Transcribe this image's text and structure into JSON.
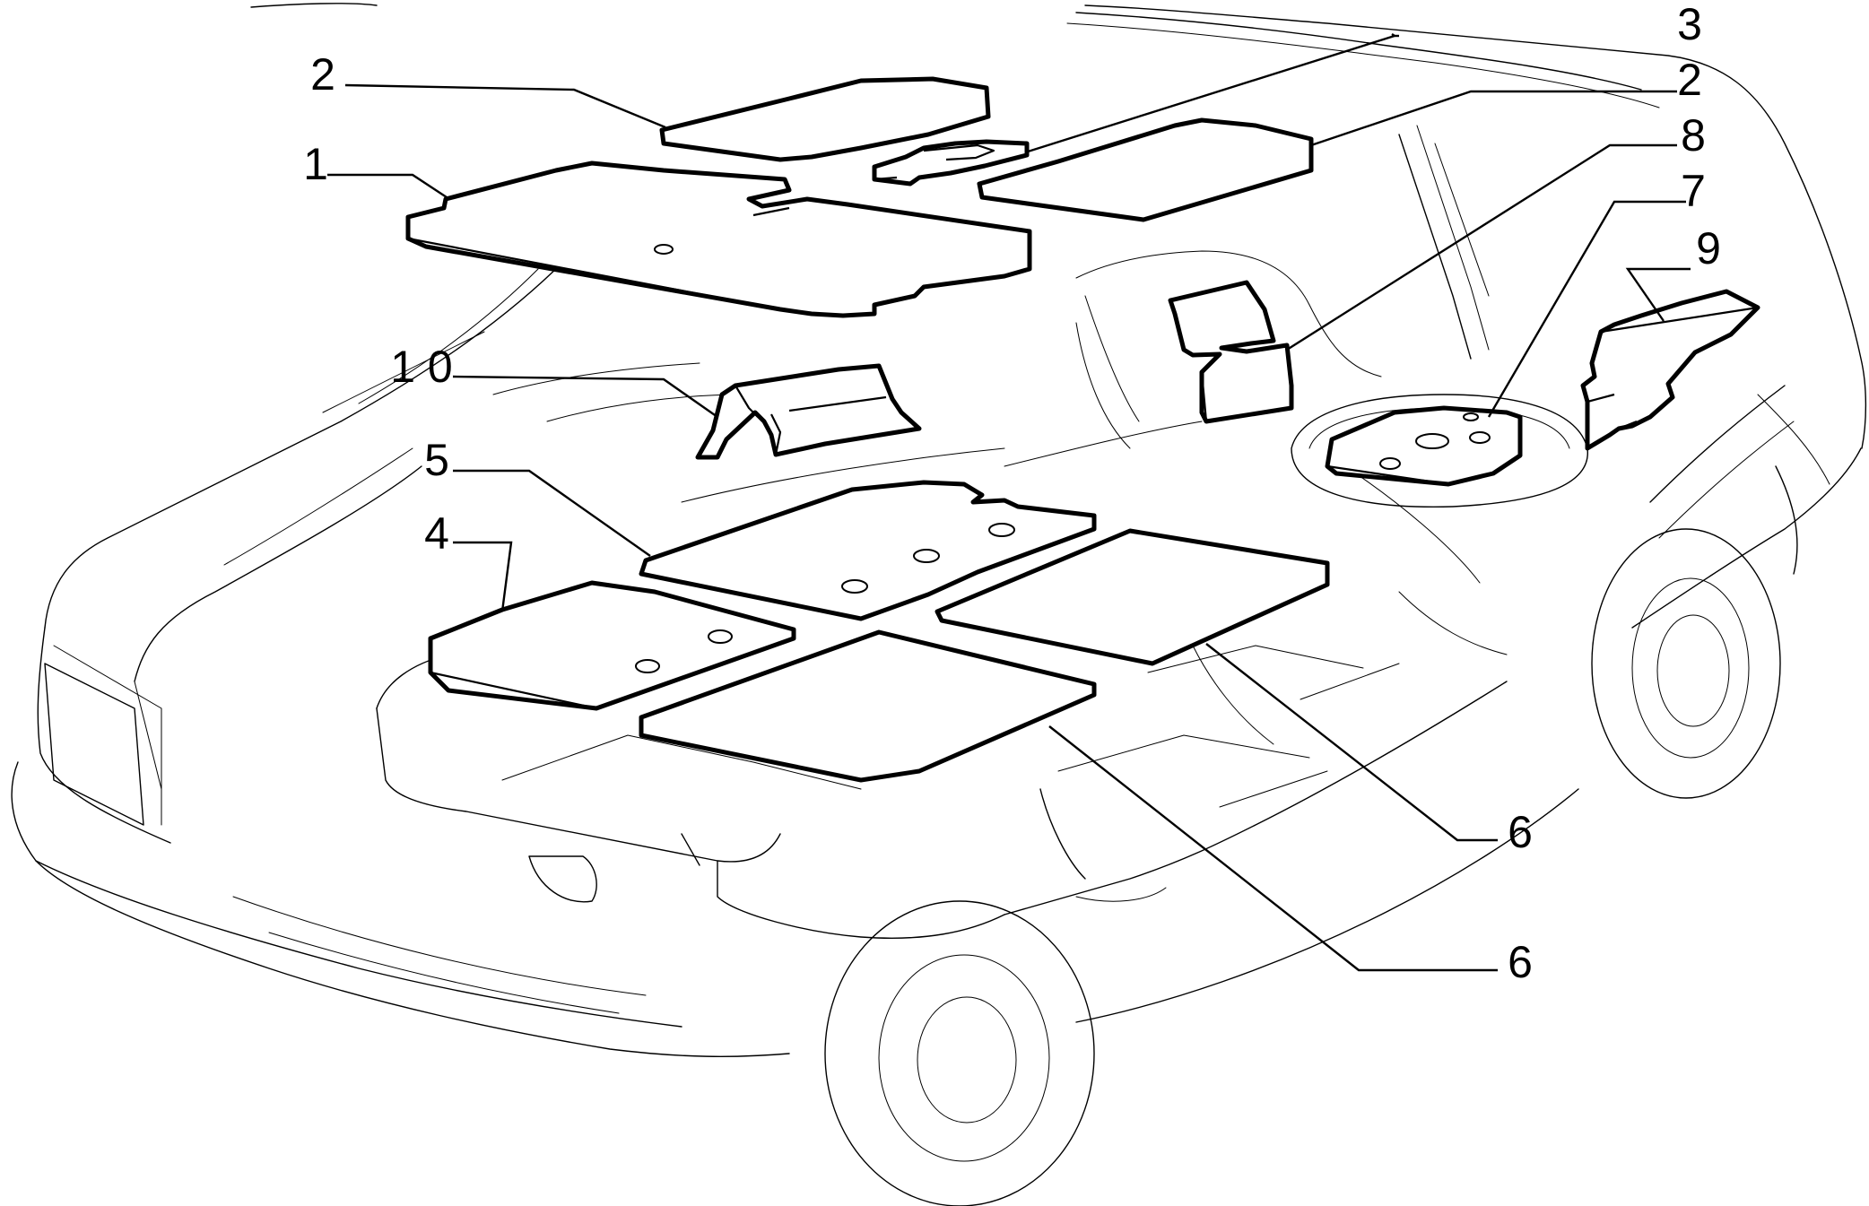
{
  "diagram": {
    "callouts": [
      {
        "id": "c1",
        "label": "1"
      },
      {
        "id": "c2a",
        "label": "2"
      },
      {
        "id": "c2b",
        "label": "2"
      },
      {
        "id": "c3",
        "label": "3"
      },
      {
        "id": "c4",
        "label": "4"
      },
      {
        "id": "c5",
        "label": "5"
      },
      {
        "id": "c6a",
        "label": "6"
      },
      {
        "id": "c6b",
        "label": "6"
      },
      {
        "id": "c7",
        "label": "7"
      },
      {
        "id": "c8",
        "label": "8"
      },
      {
        "id": "c9",
        "label": "9"
      },
      {
        "id": "c10",
        "label": "1 0"
      }
    ],
    "colors": {
      "line": "#000000",
      "background": "#ffffff"
    }
  }
}
